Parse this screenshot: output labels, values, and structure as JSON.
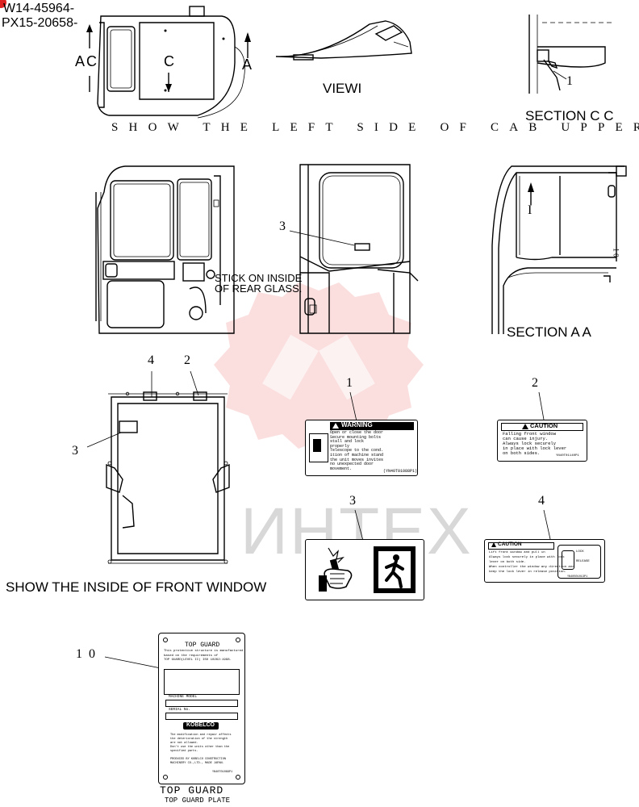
{
  "header": {
    "line1": "W14-45964-",
    "line2": "PX15-20658-"
  },
  "labels": {
    "a_left": "A",
    "c_left": "C",
    "c_mid": "C",
    "a_right": "A",
    "view_i": "VIEWI",
    "section_cc": "SECTION C C",
    "callout_1_top": "1",
    "show_left_side": "SHOW THE LEFT SIDE OF CAB UPPER",
    "stick_on_line1": "STICK ON INSIDE",
    "stick_on_line2": "OF REAR GLASS.",
    "callout_3_cab": "3",
    "section_aa": "SECTION A A",
    "arrow_i": "I",
    "mark_10": "1 0",
    "show_front_window": "SHOW THE INSIDE OF FRONT WINDOW",
    "fw_callout_4": "4",
    "fw_callout_2": "2",
    "fw_callout_3": "3",
    "decal1_callout": "1",
    "decal2_callout": "2",
    "decal3_callout": "3",
    "decal4_callout": "4",
    "plate_callout": "1 0"
  },
  "decal_warning": {
    "heading": "WARNING",
    "body": [
      "Open or close the door",
      "Secure mounting bolts",
      "stall and lock",
      "properly",
      "Telescope to the cond.",
      "ition of machine stand",
      "the unit moves invites",
      "no unexpected door",
      "movement."
    ],
    "code": "(YN40T01088P1)"
  },
  "decal_caution2": {
    "heading": "CAUTION",
    "body": [
      "Falling front window",
      "can cause injury.",
      "Always lock securely",
      "in place with lock lever",
      "on both sides."
    ],
    "code": "YN40T01140P1"
  },
  "decal_caution4": {
    "heading": "CAUTION",
    "body": [
      "Lift front window and pull in",
      "Always lock securely in place with lock",
      "lever on both side.",
      "When controller the window any direction and",
      "keep the lock lever in release position."
    ],
    "code": "YN40S01013P1",
    "icon_lock": "LOCK",
    "icon_release": "RELEASE"
  },
  "plate": {
    "title": "TOP GUARD",
    "body": [
      "This protective structure is manufactured",
      "based on the requirements of",
      "TOP GUARD(LEVEL II) ISO 10262:1998."
    ],
    "machine_model": "MACHINE MODEL",
    "serial_no": "SERIAL No.",
    "brand": "KOBELCO",
    "warnings": [
      "The modification and repair affects",
      "the deterioration of the strength",
      "are not allowed.",
      "Don't use the units other than the",
      "specified parts."
    ],
    "maker": [
      "PRODUCED BY KOBELCO CONSTRUCTION",
      "MACHINERY CO.,LTD., MADE JAPAN."
    ],
    "code": "YN40T01089P1",
    "caption1": "TOP GUARD",
    "caption2": "TOP GUARD PLATE"
  },
  "watermark": {
    "text": "ИНТЕХ",
    "color": "#e84b4b"
  }
}
